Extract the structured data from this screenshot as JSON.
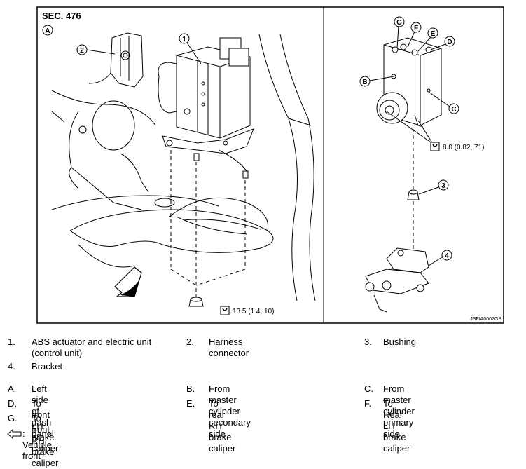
{
  "figure": {
    "section": "SEC. 476",
    "view_label": "A",
    "callouts": [
      "1",
      "2",
      "3",
      "4"
    ],
    "letters": [
      "G",
      "F",
      "E",
      "D",
      "B",
      "C"
    ],
    "torque_1": "8.0 (0.82, 71)",
    "torque_2": "13.5 (1.4, 10)",
    "code": "JSFIA0007GB"
  },
  "legend": {
    "items": [
      {
        "num": "1.",
        "text": "ABS actuator and electric unit (control unit)"
      },
      {
        "num": "2.",
        "text": "Harness connector"
      },
      {
        "num": "3.",
        "text": "Bushing"
      },
      {
        "num": "4.",
        "text": "Bracket"
      },
      {
        "num": "A.",
        "text": "Left side of dash panel"
      },
      {
        "num": "B.",
        "text": "From master cylinder secondary side"
      },
      {
        "num": "C.",
        "text": "From master cylinder primary side"
      },
      {
        "num": "D.",
        "text": "To front LH brake caliper"
      },
      {
        "num": "E.",
        "text": "To rear RH brake caliper"
      },
      {
        "num": "F.",
        "text": "To Rear LH brake caliper"
      },
      {
        "num": "G.",
        "text": "To front RH brake caliper"
      }
    ],
    "vehicle_front": ": Vehicle front"
  }
}
